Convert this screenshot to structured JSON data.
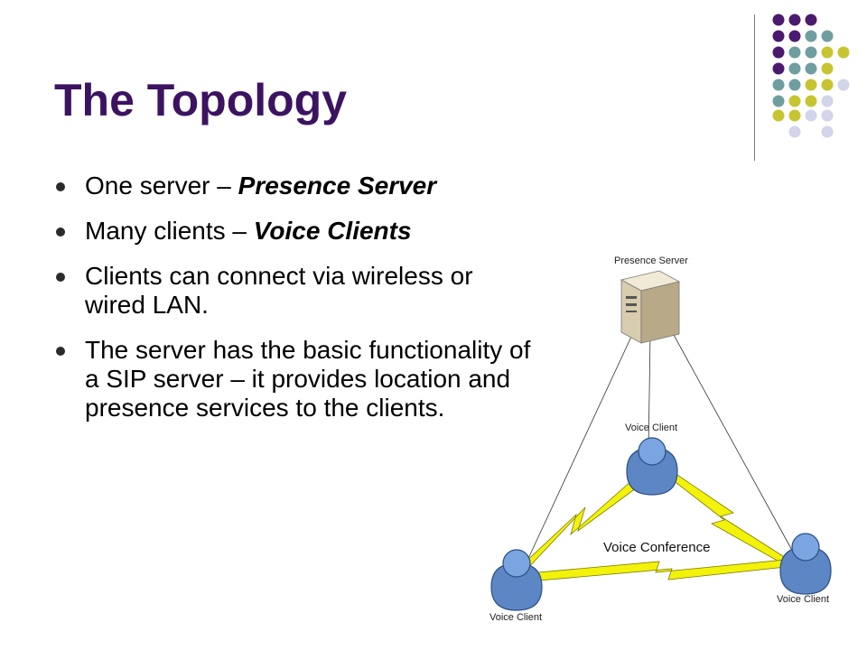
{
  "slide": {
    "title": "The Topology",
    "bullets": [
      {
        "text": "One server – ",
        "emph": "Presence Server"
      },
      {
        "text": "Many clients – ",
        "emph": "Voice Clients"
      },
      {
        "text": "Clients can connect via wireless or wired LAN.",
        "emph": ""
      },
      {
        "text": "The server has the basic functionality of a SIP server – it provides location and presence services to the clients.",
        "emph": ""
      }
    ]
  },
  "diagram": {
    "server_label": "Presence Server",
    "client_top_label": "Voice Client",
    "client_left_label": "Voice Client",
    "client_right_label": "Voice Client",
    "conference_label": "Voice Conference"
  },
  "colors": {
    "title": "#3c1361",
    "dot_purple": "#4b1a6e",
    "dot_teal": "#6f9ea0",
    "dot_yellow": "#c6c531",
    "dot_lavender": "#d3d3ea",
    "client_blue": "#6f9ad6",
    "bolt_yellow": "#f2f20a"
  }
}
